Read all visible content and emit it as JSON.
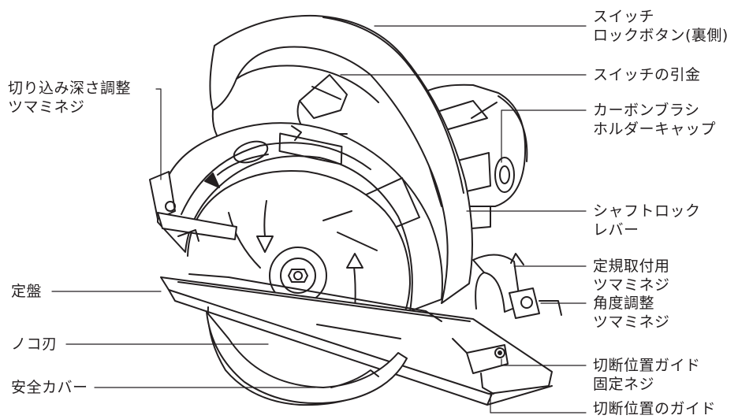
{
  "labels": {
    "depth_knob": [
      "切り込み深さ調整",
      "ツマミネジ"
    ],
    "base_plate": "定盤",
    "saw_blade": "ノコ刃",
    "safety_cover": "安全カバー",
    "lock_button": [
      "スイッチ",
      "ロックボタン(裏側)"
    ],
    "trigger": "スイッチの引金",
    "brush_cap": [
      "カーボンブラシ",
      "ホルダーキャップ"
    ],
    "shaft_lock": [
      "シャフトロック",
      "レバー"
    ],
    "guide_knob": [
      "定規取付用",
      "ツマミネジ"
    ],
    "angle_knob": [
      "角度調整",
      "ツマミネジ"
    ],
    "guide_fix_screw": [
      "切断位置ガイド",
      "固定ネジ"
    ],
    "cut_guide": "切断位置のガイド"
  },
  "colors": {
    "ink": "#231f20",
    "background": "#ffffff"
  }
}
